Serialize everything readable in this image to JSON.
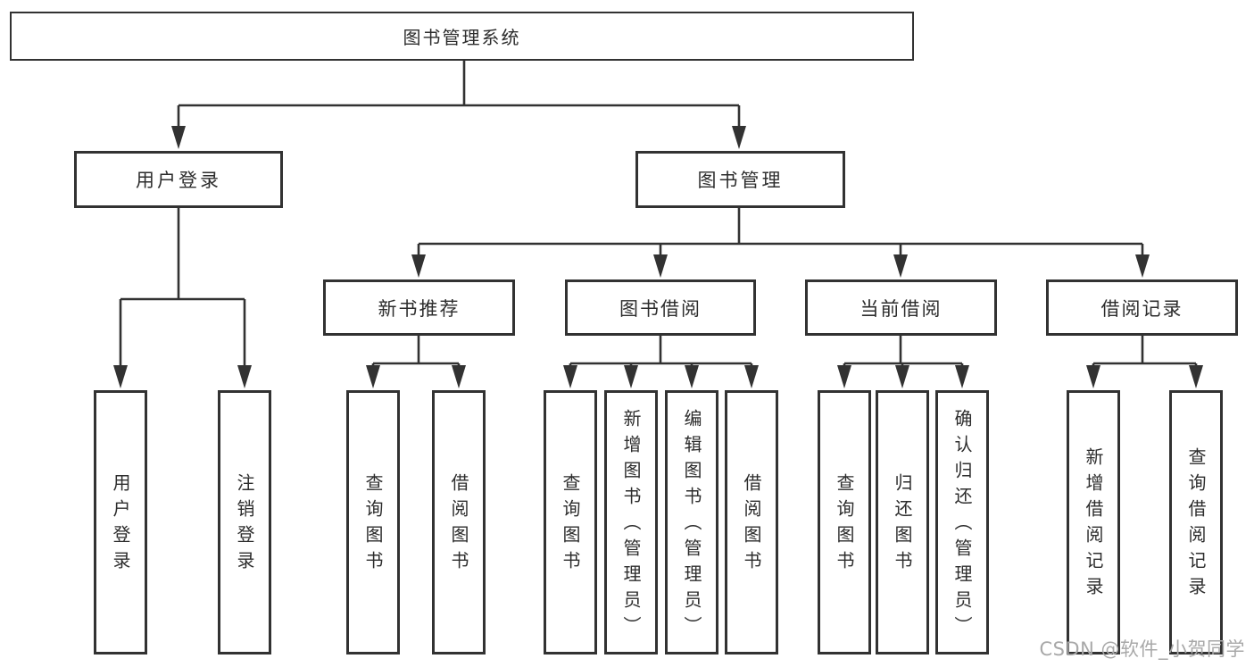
{
  "diagram": {
    "title": "图书管理系统",
    "tree": {
      "label": "图书管理系统",
      "children": [
        {
          "label": "用户登录",
          "children": [
            {
              "label": "用户登录"
            },
            {
              "label": "注销登录"
            }
          ]
        },
        {
          "label": "图书管理",
          "children": [
            {
              "label": "新书推荐",
              "children": [
                {
                  "label": "查询图书"
                },
                {
                  "label": "借阅图书"
                }
              ]
            },
            {
              "label": "图书借阅",
              "children": [
                {
                  "label": "查询图书"
                },
                {
                  "label": "新增图书（管理员）"
                },
                {
                  "label": "编辑图书（管理员）"
                },
                {
                  "label": "借阅图书"
                }
              ]
            },
            {
              "label": "当前借阅",
              "children": [
                {
                  "label": "查询图书"
                },
                {
                  "label": "归还图书"
                },
                {
                  "label": "确认归还（管理员）"
                }
              ]
            },
            {
              "label": "借阅记录",
              "children": [
                {
                  "label": "新增借阅记录"
                },
                {
                  "label": "查询借阅记录"
                }
              ]
            }
          ]
        }
      ]
    },
    "colors": {
      "line": "#323232",
      "box_border": "#323232",
      "box_fill": "#ffffff",
      "text": "#2d2d2d",
      "watermark": "#a8a8a8"
    }
  },
  "watermark": {
    "text": "CSDN @软件_小贺同学"
  }
}
